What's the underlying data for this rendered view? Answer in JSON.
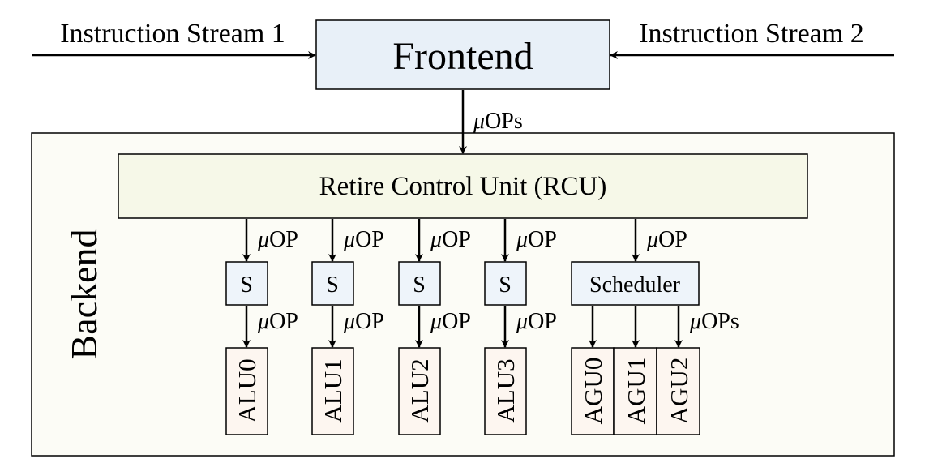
{
  "inputs": {
    "stream1": "Instruction Stream 1",
    "stream2": "Instruction Stream 2"
  },
  "frontend": {
    "label": "Frontend"
  },
  "frontend_to_backend": {
    "mu": "μ",
    "text": "OPs"
  },
  "backend": {
    "label": "Backend"
  },
  "rcu": {
    "label": "Retire Control Unit (RCU)"
  },
  "lanes": [
    {
      "scheduler": "S",
      "unit": "ALU0",
      "in_mu": "μ",
      "in_text": "OP",
      "out_mu": "μ",
      "out_text": "OP"
    },
    {
      "scheduler": "S",
      "unit": "ALU1",
      "in_mu": "μ",
      "in_text": "OP",
      "out_mu": "μ",
      "out_text": "OP"
    },
    {
      "scheduler": "S",
      "unit": "ALU2",
      "in_mu": "μ",
      "in_text": "OP",
      "out_mu": "μ",
      "out_text": "OP"
    },
    {
      "scheduler": "S",
      "unit": "ALU3",
      "in_mu": "μ",
      "in_text": "OP",
      "out_mu": "μ",
      "out_text": "OP"
    }
  ],
  "agu_lane": {
    "scheduler": "Scheduler",
    "in_mu": "μ",
    "in_text": "OP",
    "out_mu": "μ",
    "out_text": "OPs",
    "units": [
      "AGU0",
      "AGU1",
      "AGU2"
    ]
  },
  "colors": {
    "frontend_fill": "#e8f0f8",
    "backend_fill": "#fcfcf6",
    "rcu_fill": "#f6f8e8",
    "scheduler_fill": "#eef4fa",
    "unit_fill": "#fdf6f0",
    "stroke": "#000000"
  }
}
